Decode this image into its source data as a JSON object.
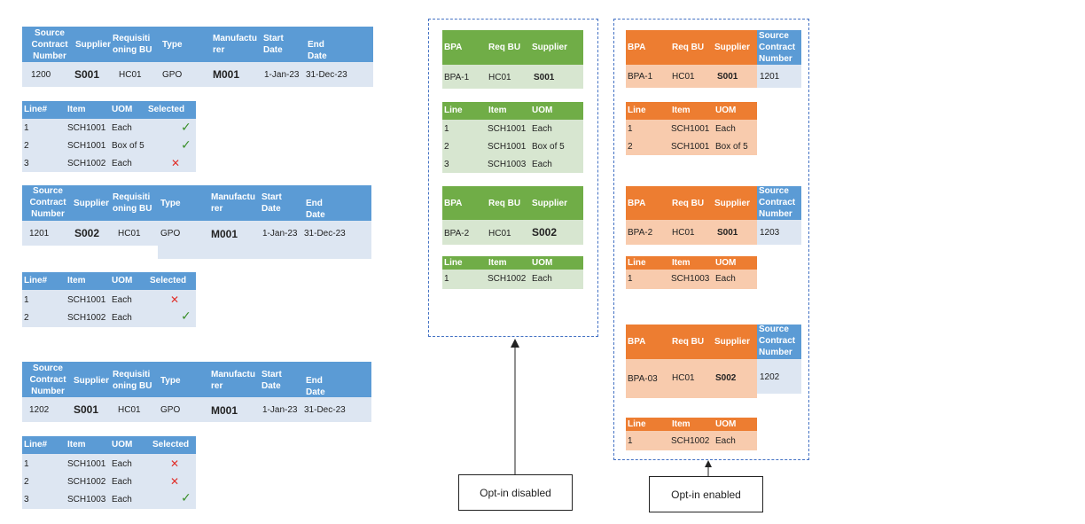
{
  "contracts": [
    {
      "headers": [
        "Source Contract Number",
        "Supplier",
        "Requisiti oning BU",
        "Type",
        "Manufactu rer",
        "Start Date",
        "End Date"
      ],
      "values": [
        "1200",
        "S001",
        "HC01",
        "GPO",
        "M001",
        "1-Jan-23",
        "31-Dec-23"
      ],
      "line_headers": [
        "Line#",
        "Item",
        "UOM",
        "Selected"
      ],
      "lines": [
        {
          "line": "1",
          "item": "SCH1001",
          "uom": "Each",
          "selected": "check"
        },
        {
          "line": "2",
          "item": "SCH1001",
          "uom": "Box of 5",
          "selected": "check"
        },
        {
          "line": "3",
          "item": "SCH1002",
          "uom": "Each",
          "selected": "cross"
        }
      ]
    },
    {
      "headers": [
        "Source Contract Number",
        "Supplier",
        "Requisiti oning BU",
        "Type",
        "Manufactu rer",
        "Start Date",
        "End Date"
      ],
      "values": [
        "1201",
        "S002",
        "HC01",
        "GPO",
        "M001",
        "1-Jan-23",
        "31-Dec-23"
      ],
      "line_headers": [
        "Line#",
        "Item",
        "UOM",
        "Selected"
      ],
      "lines": [
        {
          "line": "1",
          "item": "SCH1001",
          "uom": "Each",
          "selected": "cross"
        },
        {
          "line": "2",
          "item": "SCH1002",
          "uom": "Each",
          "selected": "check"
        }
      ]
    },
    {
      "headers": [
        "Source Contract Number",
        "Supplier",
        "Requisiti oning BU",
        "Type",
        "Manufactu rer",
        "Start Date",
        "End Date"
      ],
      "values": [
        "1202",
        "S001",
        "HC01",
        "GPO",
        "M001",
        "1-Jan-23",
        "31-Dec-23"
      ],
      "line_headers": [
        "Line#",
        "Item",
        "UOM",
        "Selected"
      ],
      "lines": [
        {
          "line": "1",
          "item": "SCH1001",
          "uom": "Each",
          "selected": "cross"
        },
        {
          "line": "2",
          "item": "SCH1002",
          "uom": "Each",
          "selected": "cross"
        },
        {
          "line": "3",
          "item": "SCH1003",
          "uom": "Each",
          "selected": "check"
        }
      ]
    }
  ],
  "disabled": {
    "label": "Opt-in disabled",
    "bpa_headers": [
      "BPA",
      "Req BU",
      "Supplier"
    ],
    "line_headers": [
      "Line",
      "Item",
      "UOM"
    ],
    "bpas": [
      {
        "values": [
          "BPA-1",
          "HC01",
          "S001"
        ],
        "lines": [
          [
            "1",
            "SCH1001",
            "Each"
          ],
          [
            "2",
            "SCH1001",
            "Box of 5"
          ],
          [
            "3",
            "SCH1003",
            "Each"
          ]
        ]
      },
      {
        "values": [
          "BPA-2",
          "HC01",
          "S002"
        ],
        "lines": [
          [
            "1",
            "SCH1002",
            "Each"
          ]
        ]
      }
    ]
  },
  "enabled": {
    "label": "Opt-in enabled",
    "bpa_headers": [
      "BPA",
      "Req BU",
      "Supplier",
      "Source Contract Number"
    ],
    "line_headers": [
      "Line",
      "Item",
      "UOM"
    ],
    "bpas": [
      {
        "values": [
          "BPA-1",
          "HC01",
          "S001",
          "1201"
        ],
        "lines": [
          [
            "1",
            "SCH1001",
            "Each"
          ],
          [
            "2",
            "SCH1001",
            "Box of 5"
          ]
        ]
      },
      {
        "values": [
          "BPA-2",
          "HC01",
          "S001",
          "1203"
        ],
        "lines": [
          [
            "1",
            "SCH1003",
            "Each"
          ]
        ]
      },
      {
        "values": [
          "BPA-03",
          "HC01",
          "S002",
          "1202"
        ],
        "lines": [
          [
            "1",
            "SCH1002",
            "Each"
          ]
        ]
      }
    ]
  },
  "colors": {
    "blue_header": "#5b9bd5",
    "blue_row": "#dde6f2",
    "green_header": "#70ad47",
    "green_row": "#d7e6d0",
    "orange_header": "#ed7d31",
    "orange_row": "#f8cbad",
    "check": "#3a8f2a",
    "cross": "#e0302a"
  },
  "icons": {
    "check": "check-mark-icon",
    "cross": "cross-mark-icon"
  }
}
